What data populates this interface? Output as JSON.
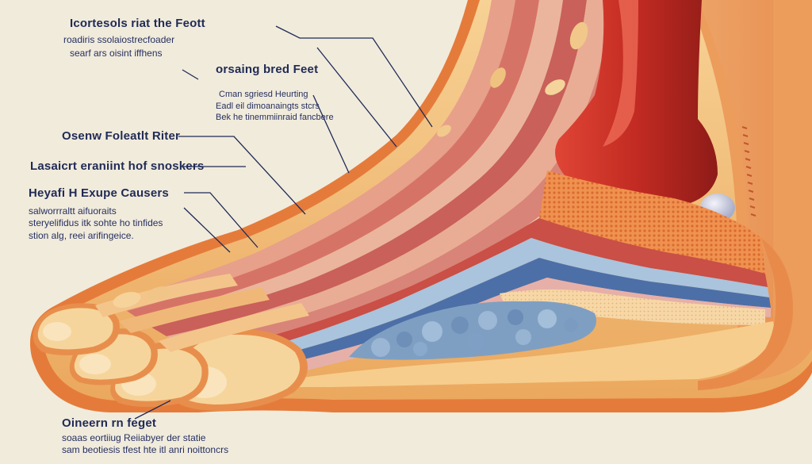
{
  "labels": {
    "top_left": {
      "title": "Icortesols riat the Feott",
      "lines": [
        "roadiris ssolaiostrecfoader",
        "searf ars oisint iffhens"
      ]
    },
    "upper_mid": {
      "title": "orsaing bred Feet"
    },
    "mid_note": {
      "lines": [
        "Cman sgriesd Heurting",
        "Eadl eil dimoanaingts stcrs",
        "Bek he tinemmiinraid fancbere"
      ]
    },
    "left_1": {
      "title": "Osenw Foleatlt Riter"
    },
    "left_2": {
      "title": "Lasaicrt eraniint hof snoskers"
    },
    "left_3": {
      "title": "Heyafi H Exupe Causers",
      "lines": [
        "salworrraltt aifuoraits",
        "steryelifidus itk sohte ho tinfides",
        "stion alg, reei arifingeice."
      ]
    },
    "bottom": {
      "title": "Oineern rn feget",
      "lines": [
        "soaas eortiiug Reiiabyer der statie",
        "sam beotiesis tfest hte itl anri noittoncrs"
      ]
    }
  },
  "colors": {
    "background": "#f1ebdc",
    "skin": "#f3c27e",
    "skin_dark": "#d9773a",
    "muscle": "#d97a72",
    "tendon_blue": "#a9c4dc",
    "fat_pad": "#7f9fc2",
    "bone_red": "#c8352b",
    "label_text": "#1f2a55"
  }
}
